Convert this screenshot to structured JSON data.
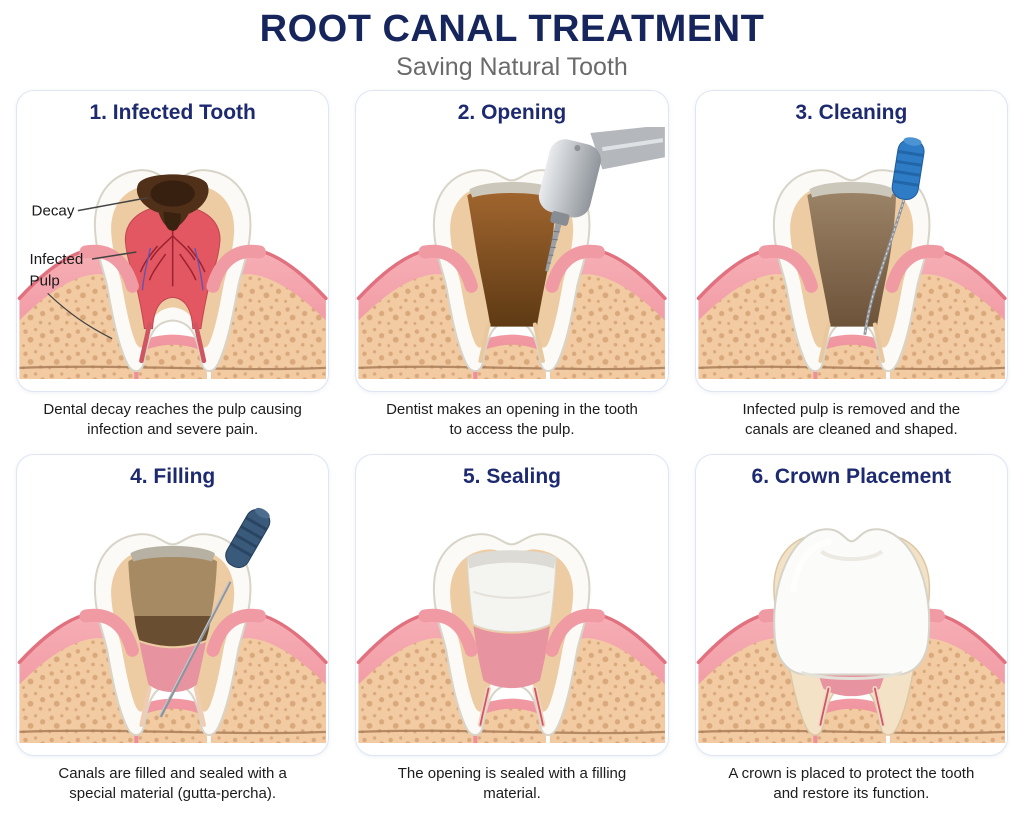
{
  "header": {
    "title": "ROOT CANAL TREATMENT",
    "subtitle": "Saving Natural Tooth"
  },
  "panels": [
    {
      "id": "infected-tooth",
      "title": "1. Infected Tooth",
      "caption": "Dental decay reaches the pulp causing infection and severe pain.",
      "annotations": {
        "decay": "Decay",
        "infected_line1": "Infected",
        "infected_line2": "Pulp"
      }
    },
    {
      "id": "opening",
      "title": "2. Opening",
      "caption": "Dentist makes an opening in the tooth to access the pulp."
    },
    {
      "id": "cleaning",
      "title": "3. Cleaning",
      "caption": "Infected pulp is removed and the canals are cleaned and shaped."
    },
    {
      "id": "filling",
      "title": "4. Filling",
      "caption": "Canals are filled and sealed with a special material (gutta-percha)."
    },
    {
      "id": "sealing",
      "title": "5. Sealing",
      "caption": "The opening is sealed with a filling material."
    },
    {
      "id": "crown-placement",
      "title": "6. Crown Placement",
      "caption": "A crown is placed to protect the tooth and restore its function."
    }
  ],
  "colors": {
    "title_navy": "#16265c",
    "panel_title_navy": "#1e2a70",
    "subtitle_gray": "#6a6a6a",
    "caption_dark": "#1c1c1c",
    "card_border": "#dfe5f2",
    "gum_pink": "#ef96a2",
    "bone_tan": "#f2cba3",
    "enamel_white": "#fbfaf6",
    "dentin_tan": "#edcba3",
    "pulp_red": "#e25762",
    "cavity_brown": "#8a5527",
    "file_handle_blue": "#2e7cc5",
    "tool_handle_dark": "#3a5a7c",
    "drill_silver": "#b4b8bd"
  }
}
